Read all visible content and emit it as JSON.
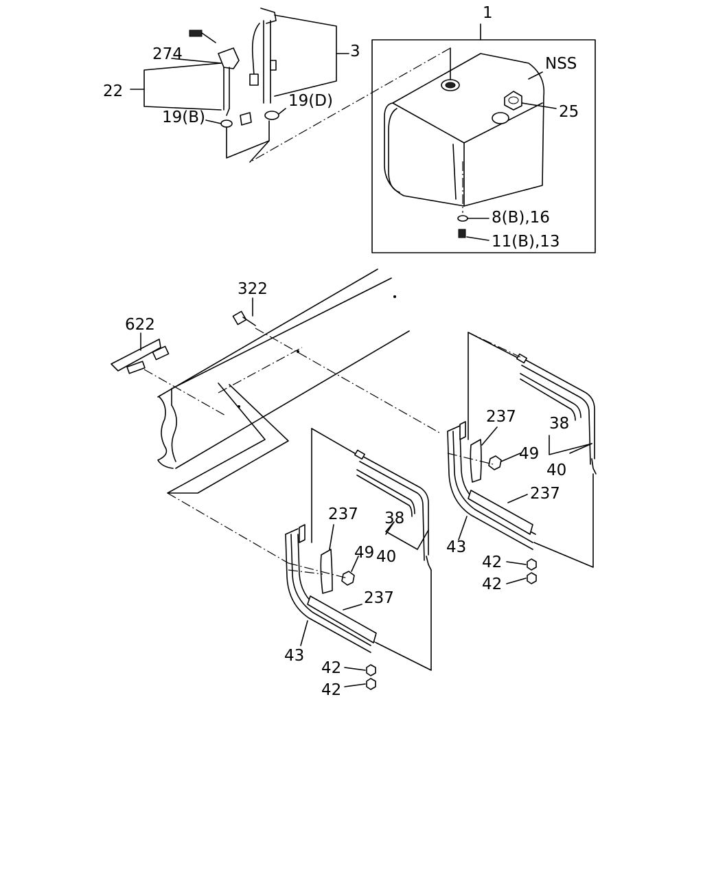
{
  "labels": {
    "fuel_tank": "1",
    "sender_unit": "3",
    "gauge_assembly": "22",
    "sender_fitting": "274",
    "gasket_b": "19(B)",
    "gasket_d": "19(D)",
    "not_serviced": "NSS",
    "filler_cap": "25",
    "washer": "8(B),16",
    "drain_plug": "11(B),13",
    "bolt_322": "322",
    "plate_622": "622",
    "band_38_left": "38",
    "band_40_left": "40",
    "pad_237_left_upper": "237",
    "nut_49_left": "49",
    "pad_237_left_lower": "237",
    "bracket_43_left": "43",
    "nut_42_left_a": "42",
    "nut_42_left_b": "42",
    "pad_237_right_upper": "237",
    "nut_49_right": "49",
    "band_38_right": "38",
    "band_40_right": "40",
    "pad_237_right_lower": "237",
    "bracket_43_right": "43",
    "nut_42_right_a": "42",
    "nut_42_right_b": "42"
  }
}
